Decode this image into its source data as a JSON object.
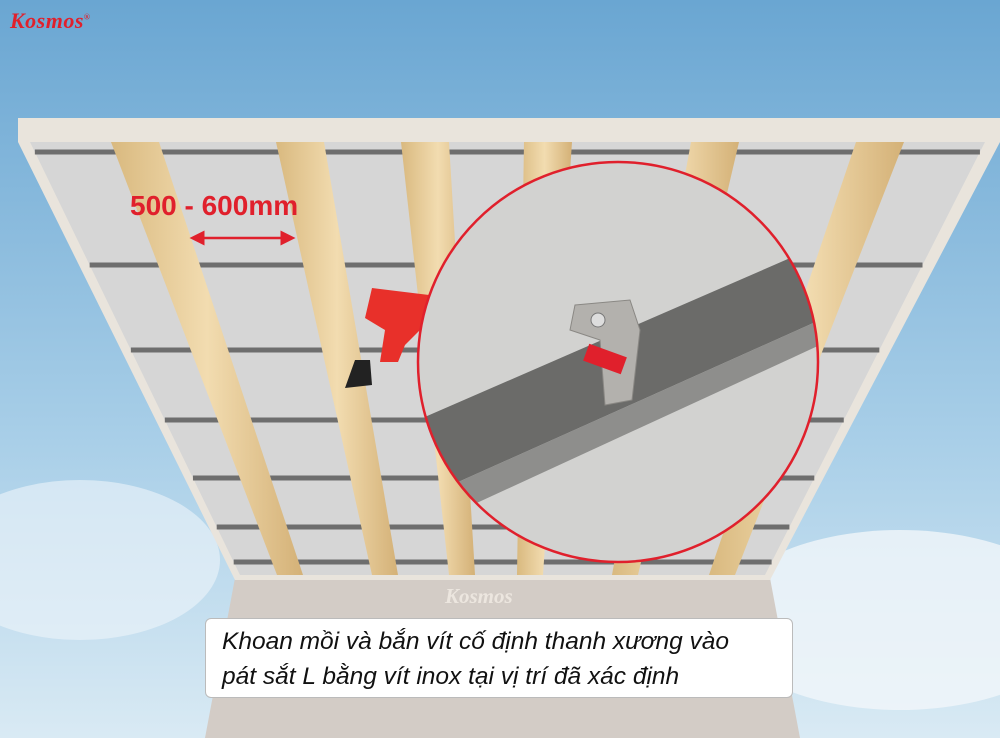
{
  "brand": {
    "logo": "Kosmos",
    "registered": "®",
    "watermark": "Kosmos",
    "color": "#e0202c"
  },
  "dimension_label": "500 - 600mm",
  "caption": {
    "line1": "Khoan mồi và bắn vít cố định thanh xương vào",
    "line2": "pát sắt L bằng vít inox tại vị trí đã xác định"
  },
  "colors": {
    "sky": "#8fc0de",
    "panel": "#dcdcdc",
    "wood": "#e8cf9e",
    "rail": "#6e6e6e",
    "circle": "#e0202c",
    "drill": "#e8302a"
  }
}
